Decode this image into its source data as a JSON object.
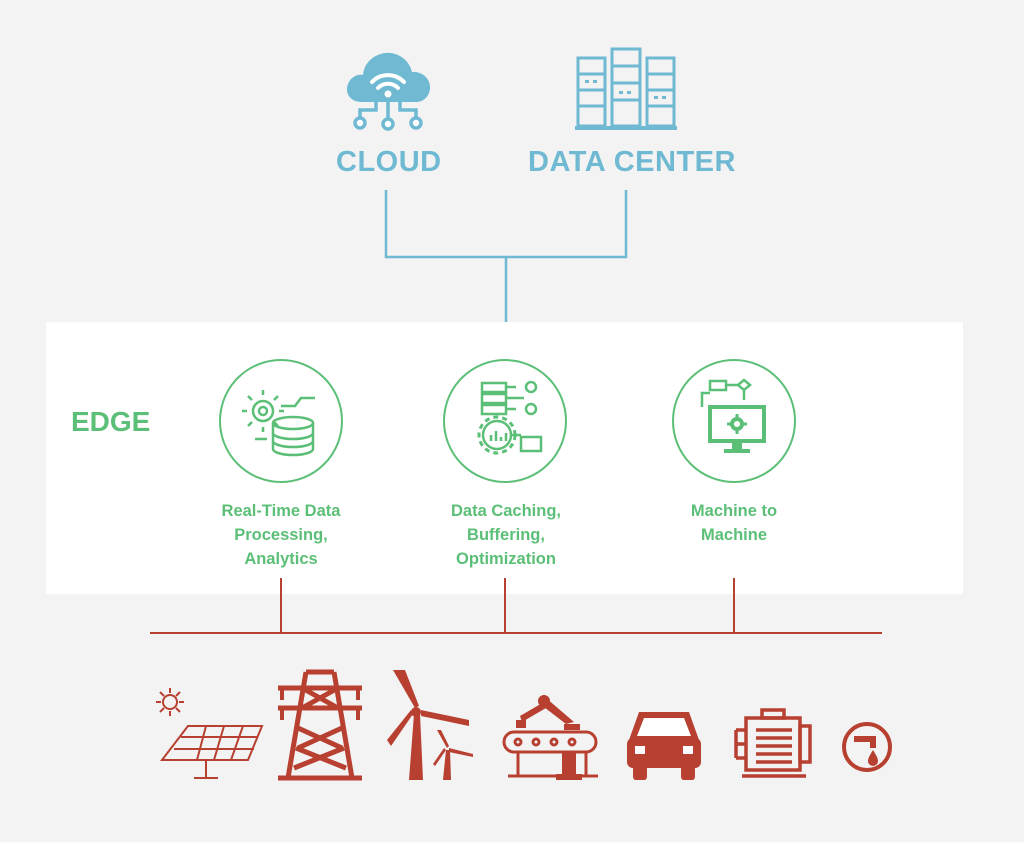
{
  "top": {
    "cloud_label": "CLOUD",
    "datacenter_label": "DATA CENTER",
    "cloud_icon": "cloud-wifi-icon",
    "datacenter_icon": "server-racks-icon"
  },
  "edge": {
    "title": "EDGE",
    "capabilities": [
      {
        "label": "Real-Time Data\nProcessing,\nAnalytics",
        "icon": "gear-database-icon"
      },
      {
        "label": "Data Caching,\nBuffering,\nOptimization",
        "icon": "server-analytics-icon"
      },
      {
        "label": "Machine to\nMachine",
        "icon": "monitor-gear-icon"
      }
    ]
  },
  "devices": [
    "solar-panel-icon",
    "power-tower-icon",
    "wind-turbine-icon",
    "robot-arm-conveyor-icon",
    "car-icon",
    "electric-motor-icon",
    "water-meter-icon"
  ],
  "colors": {
    "blue": "#6fb9d3",
    "green": "#5cbf77",
    "red": "#b84030",
    "background": "#f3f3f3",
    "panel": "#ffffff"
  }
}
